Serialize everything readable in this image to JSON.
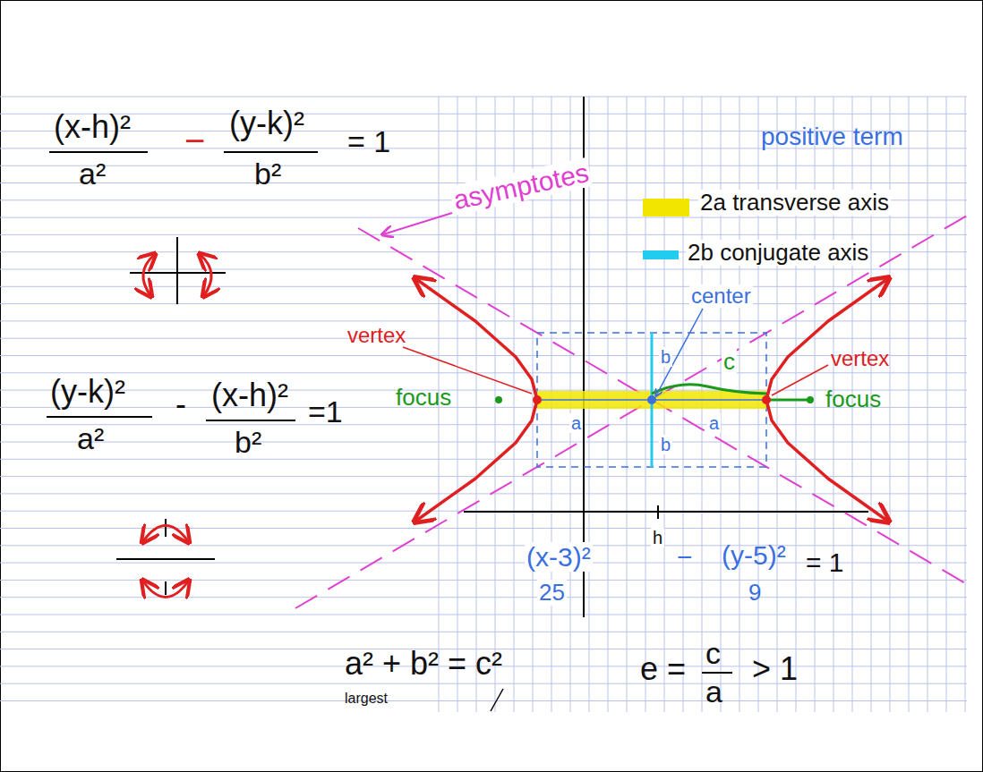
{
  "diagram": {
    "labels": [
      "(x-h)²",
      "a²",
      "−",
      "(y-k)²",
      "b²",
      "= 1",
      "(y-k)²",
      "a²",
      "-",
      "(x-h)²",
      "b²",
      "=1",
      "asymptotes",
      "positive term",
      "center",
      "vertex",
      "vertex",
      "focus",
      "focus",
      "a",
      "a",
      "b",
      "b",
      "c",
      "h",
      "(x-3)²",
      "25",
      "−",
      "(y-5)²",
      "9",
      "= 1",
      "a² + b² = c²",
      "largest",
      "e =",
      "c",
      "a",
      "> 1"
    ],
    "legend": [
      {
        "text": "2a transverse axis",
        "color": "#f2e600"
      },
      {
        "text": "2b conjugate axis",
        "color": "#22ccee"
      }
    ]
  }
}
